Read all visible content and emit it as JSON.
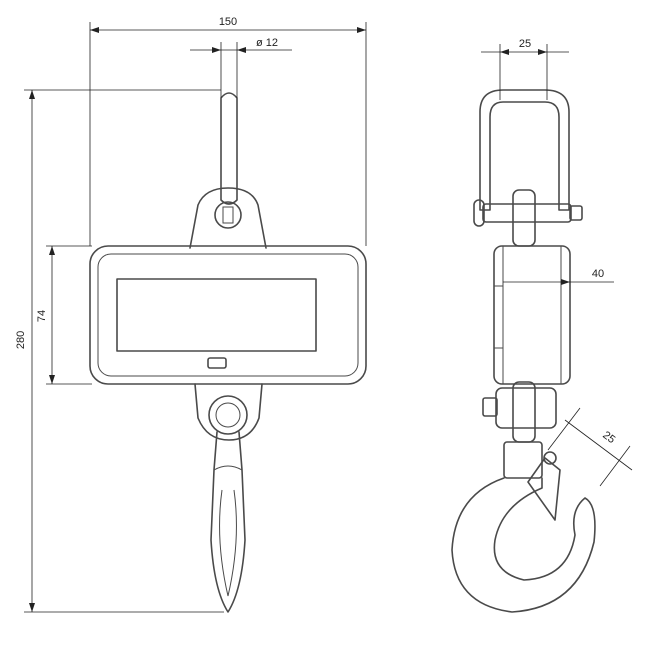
{
  "dimensions": {
    "width": "150",
    "ring_diameter": "ø 12",
    "height": "280",
    "display_height": "74",
    "shackle_width": "25",
    "body_depth": "40",
    "hook_throat": "25"
  },
  "colors": {
    "line": "#4a4a4a",
    "dimension": "#222222",
    "background": "#ffffff"
  }
}
